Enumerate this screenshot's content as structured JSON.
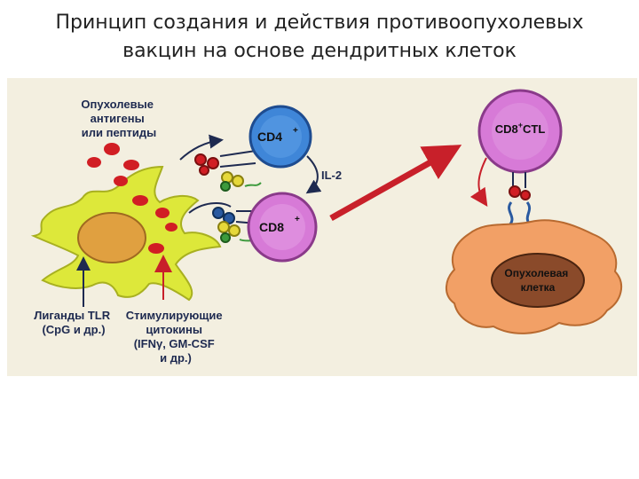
{
  "title": {
    "line1": "Принцип создания и действия противоопухолевых",
    "line2": "вакцин на основе дендритных клеток"
  },
  "figure": {
    "antigens_label": [
      "Опухолевые",
      "антигены",
      "или пептиды"
    ],
    "cd4_label": "CD4",
    "cd4_sup": "+",
    "cd8_label": "CD8",
    "cd8_sup": "+",
    "il2_label": "IL-2",
    "ctl_label_pre": "CD8",
    "ctl_label_sup": "+",
    "ctl_label_post": "CTL",
    "tumor_label": [
      "Опухолевая",
      "клетка"
    ],
    "tlr_label": [
      "Лиганды TLR",
      "(CpG и др.)"
    ],
    "cytokine_label": [
      "Стимулирующие",
      "цитокины",
      "(IFNγ, GM-CSF",
      "и др.)"
    ]
  },
  "colors": {
    "dendritic_cell": "#dde83a",
    "nucleus": "#e0a040",
    "cd4_cell": "#3f86d8",
    "cd8_cell": "#d77ad7",
    "antigen": "#d11e24",
    "tumor_cell": "#f2a066",
    "tumor_nucleus": "#8a4a2a",
    "arrow_red": "#c8202a",
    "background": "#f3efe0"
  }
}
